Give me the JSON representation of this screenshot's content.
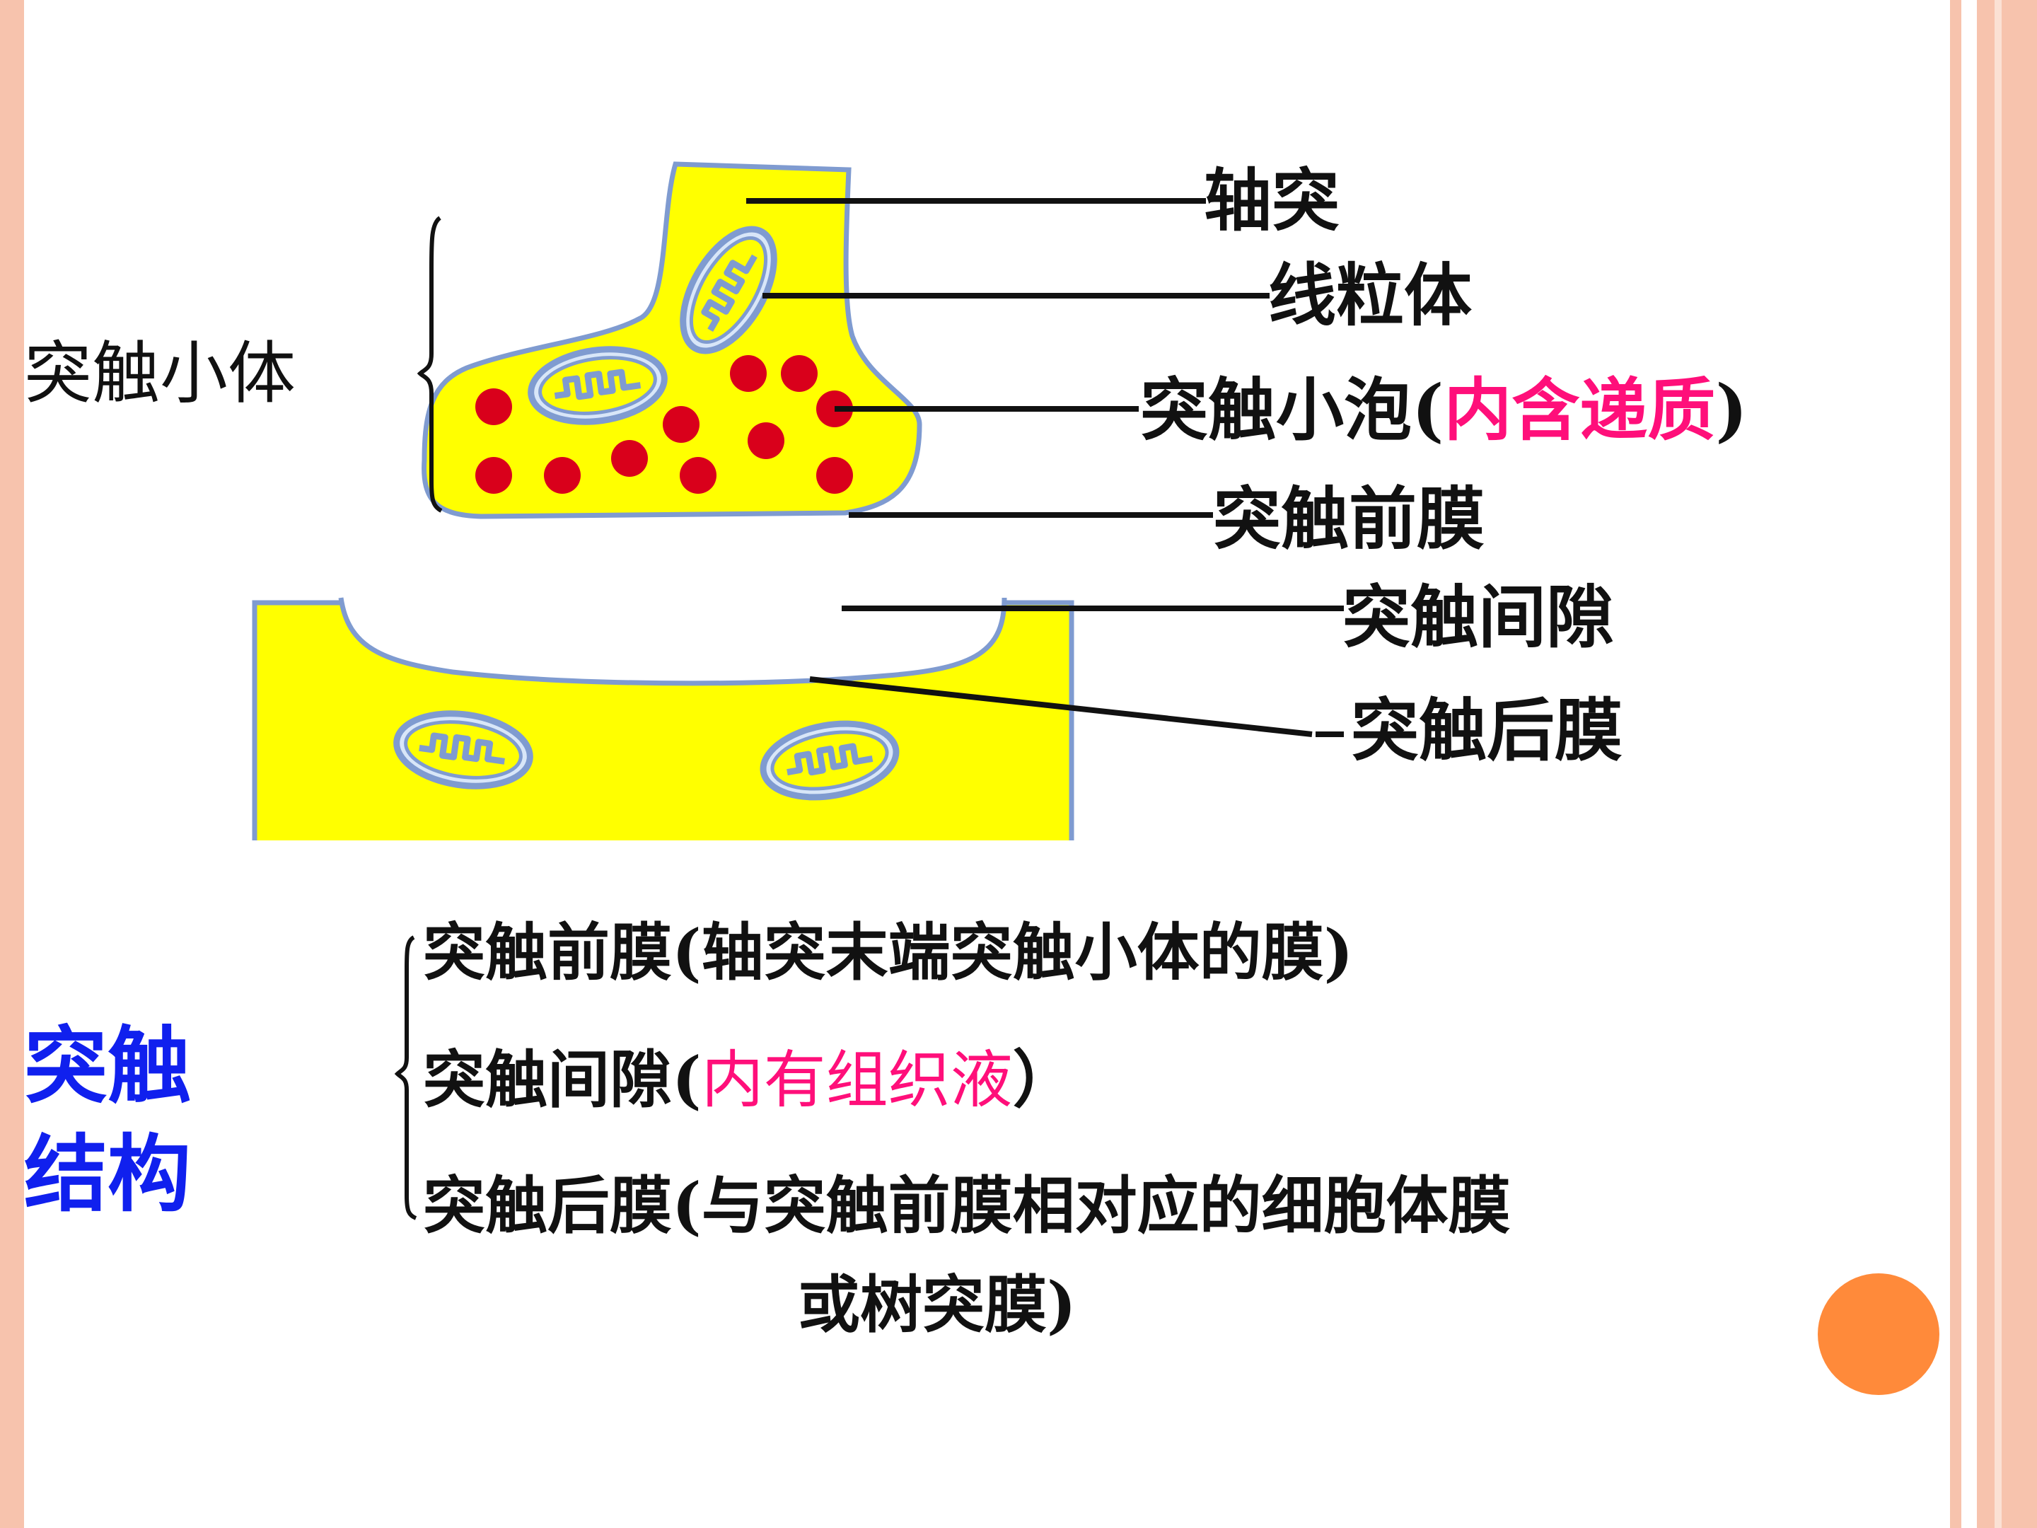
{
  "diagram": {
    "labels": {
      "axon": "轴突",
      "mitochondria": "线粒体",
      "vesicle_prefix": "突触小泡(",
      "vesicle_highlight": "内含递质",
      "vesicle_suffix": ")",
      "pre_membrane": "突触前膜",
      "cleft": "突触间隙",
      "post_membrane": "突触后膜",
      "bouton": "突触小体"
    }
  },
  "structure": {
    "title_line1": "突触",
    "title_line2": "结构",
    "item1": "突触前膜(轴突末端突触小体的膜)",
    "item2_prefix": "突触间隙(",
    "item2_highlight": "内有组织液",
    "item2_suffix": "）",
    "item3_line1": "突触后膜(与突触前膜相对应的细胞体膜",
    "item3_line2": "或树突膜)"
  },
  "colors": {
    "cell_fill": "#ffff00",
    "membrane": "#7f9bd0",
    "vesicle": "#d9001b",
    "highlight": "#ff0f7a",
    "title_blue": "#1020ee",
    "frame": "#f7c3ad",
    "accent_dot": "#ff8a3a"
  }
}
